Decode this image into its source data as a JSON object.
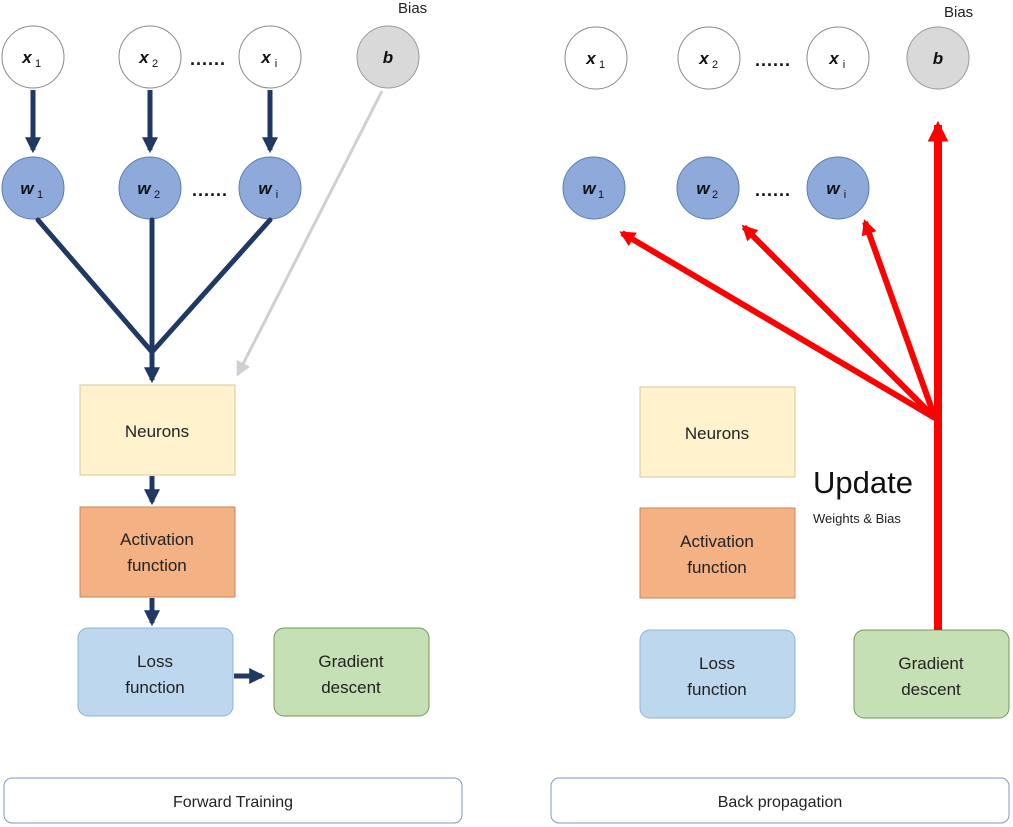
{
  "forward": {
    "caption": "Forward Training",
    "bias_label": "Bias",
    "inputs": [
      {
        "symbol": "x",
        "sub": "1"
      },
      {
        "symbol": "x",
        "sub": "2"
      },
      {
        "symbol": "x",
        "sub": "i"
      }
    ],
    "bias_symbol": "b",
    "weights": [
      {
        "symbol": "w",
        "sub": "1"
      },
      {
        "symbol": "w",
        "sub": "2"
      },
      {
        "symbol": "w",
        "sub": "i"
      }
    ],
    "dots": "......",
    "boxes": {
      "neurons": "Neurons",
      "activation": [
        "Activation",
        "function"
      ],
      "loss": [
        "Loss",
        "function"
      ],
      "gradient": [
        "Gradient",
        "descent"
      ]
    }
  },
  "back": {
    "caption": "Back propagation",
    "bias_label": "Bias",
    "inputs": [
      {
        "symbol": "x",
        "sub": "1"
      },
      {
        "symbol": "x",
        "sub": "2"
      },
      {
        "symbol": "x",
        "sub": "i"
      }
    ],
    "bias_symbol": "b",
    "weights": [
      {
        "symbol": "w",
        "sub": "1"
      },
      {
        "symbol": "w",
        "sub": "2"
      },
      {
        "symbol": "w",
        "sub": "i"
      }
    ],
    "dots": "......",
    "update_title": "Update",
    "update_subtitle": "Weights & Bias",
    "boxes": {
      "neurons": "Neurons",
      "activation": [
        "Activation",
        "function"
      ],
      "loss": [
        "Loss",
        "function"
      ],
      "gradient": [
        "Gradient",
        "descent"
      ]
    }
  },
  "colors": {
    "dark_arrow": "#1f3864",
    "red_arrow": "#ff0000",
    "gray_arrow": "#d0d0d0",
    "weight_fill": "#8eaadb",
    "bias_fill": "#d9d9d9",
    "neurons_fill": "#fff2cc",
    "activation_fill": "#f4b183",
    "loss_fill": "#bdd7ee",
    "gradient_fill": "#c5e0b4"
  }
}
